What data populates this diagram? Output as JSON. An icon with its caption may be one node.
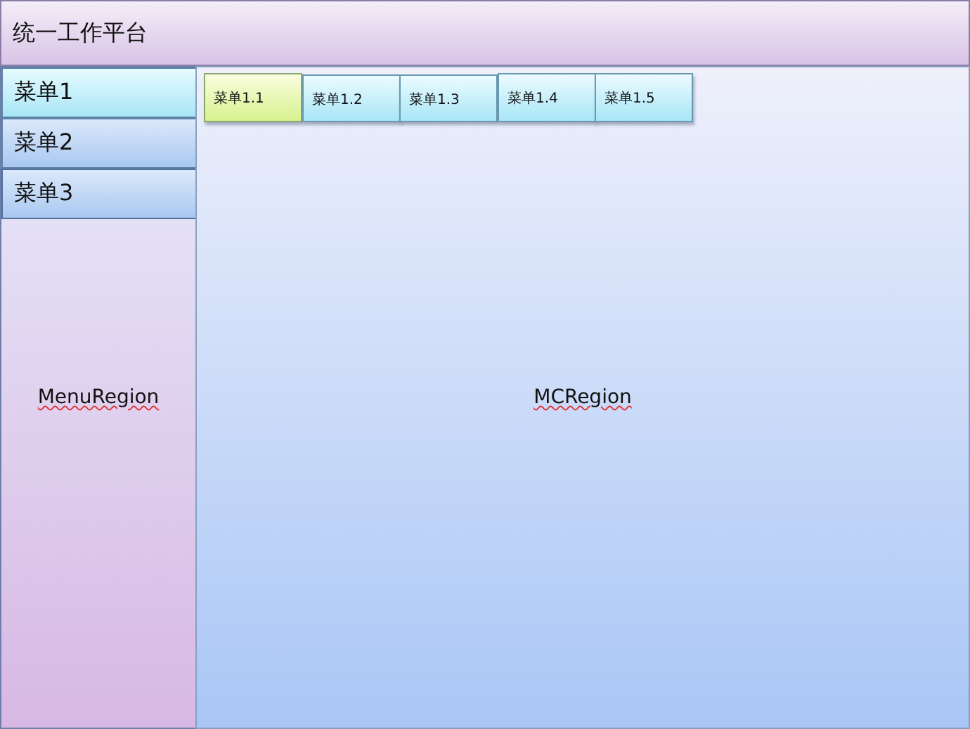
{
  "diagram": {
    "nodes": [
      {
        "text": [
          "统一工作平台"
        ]
      },
      {
        "text": [
          "MenuRegion"
        ]
      },
      {
        "text": [
          "菜单1"
        ],
        "in": 1
      },
      {
        "text": [
          "菜单2"
        ],
        "in": 1
      },
      {
        "text": [
          "菜单3"
        ],
        "in": 1
      },
      {
        "text": [
          "MCRegion"
        ]
      },
      {
        "text": [
          "菜单1.1"
        ],
        "in": 5
      },
      {
        "text": [
          "菜单1.2"
        ],
        "in": 5
      },
      {
        "text": [
          "菜单1.3"
        ],
        "in": 5
      },
      {
        "text": [
          "菜单1.4"
        ],
        "in": 5
      },
      {
        "text": [
          "菜单1.5"
        ],
        "in": 5
      }
    ]
  }
}
